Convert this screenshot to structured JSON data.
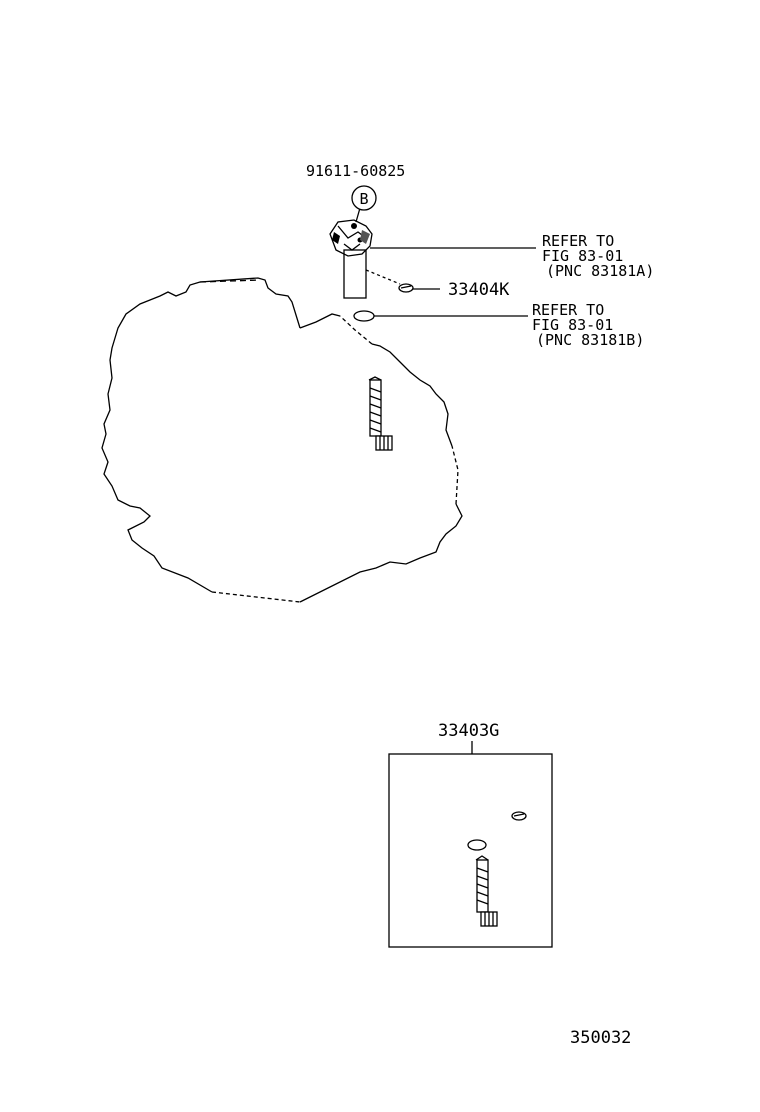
{
  "labels": {
    "bolt_part_no": "91611-60825",
    "circle_marker": "B",
    "refer_1_line1": "REFER TO",
    "refer_1_line2": "FIG 83-01",
    "refer_1_line3": "(PNC 83181A)",
    "clip_part_no": "33404K",
    "refer_2_line1": "REFER TO",
    "refer_2_line2": "FIG 83-01",
    "refer_2_line3": "(PNC 83181B)",
    "kit_part_no": "33403G",
    "illustration_no": "350032"
  }
}
